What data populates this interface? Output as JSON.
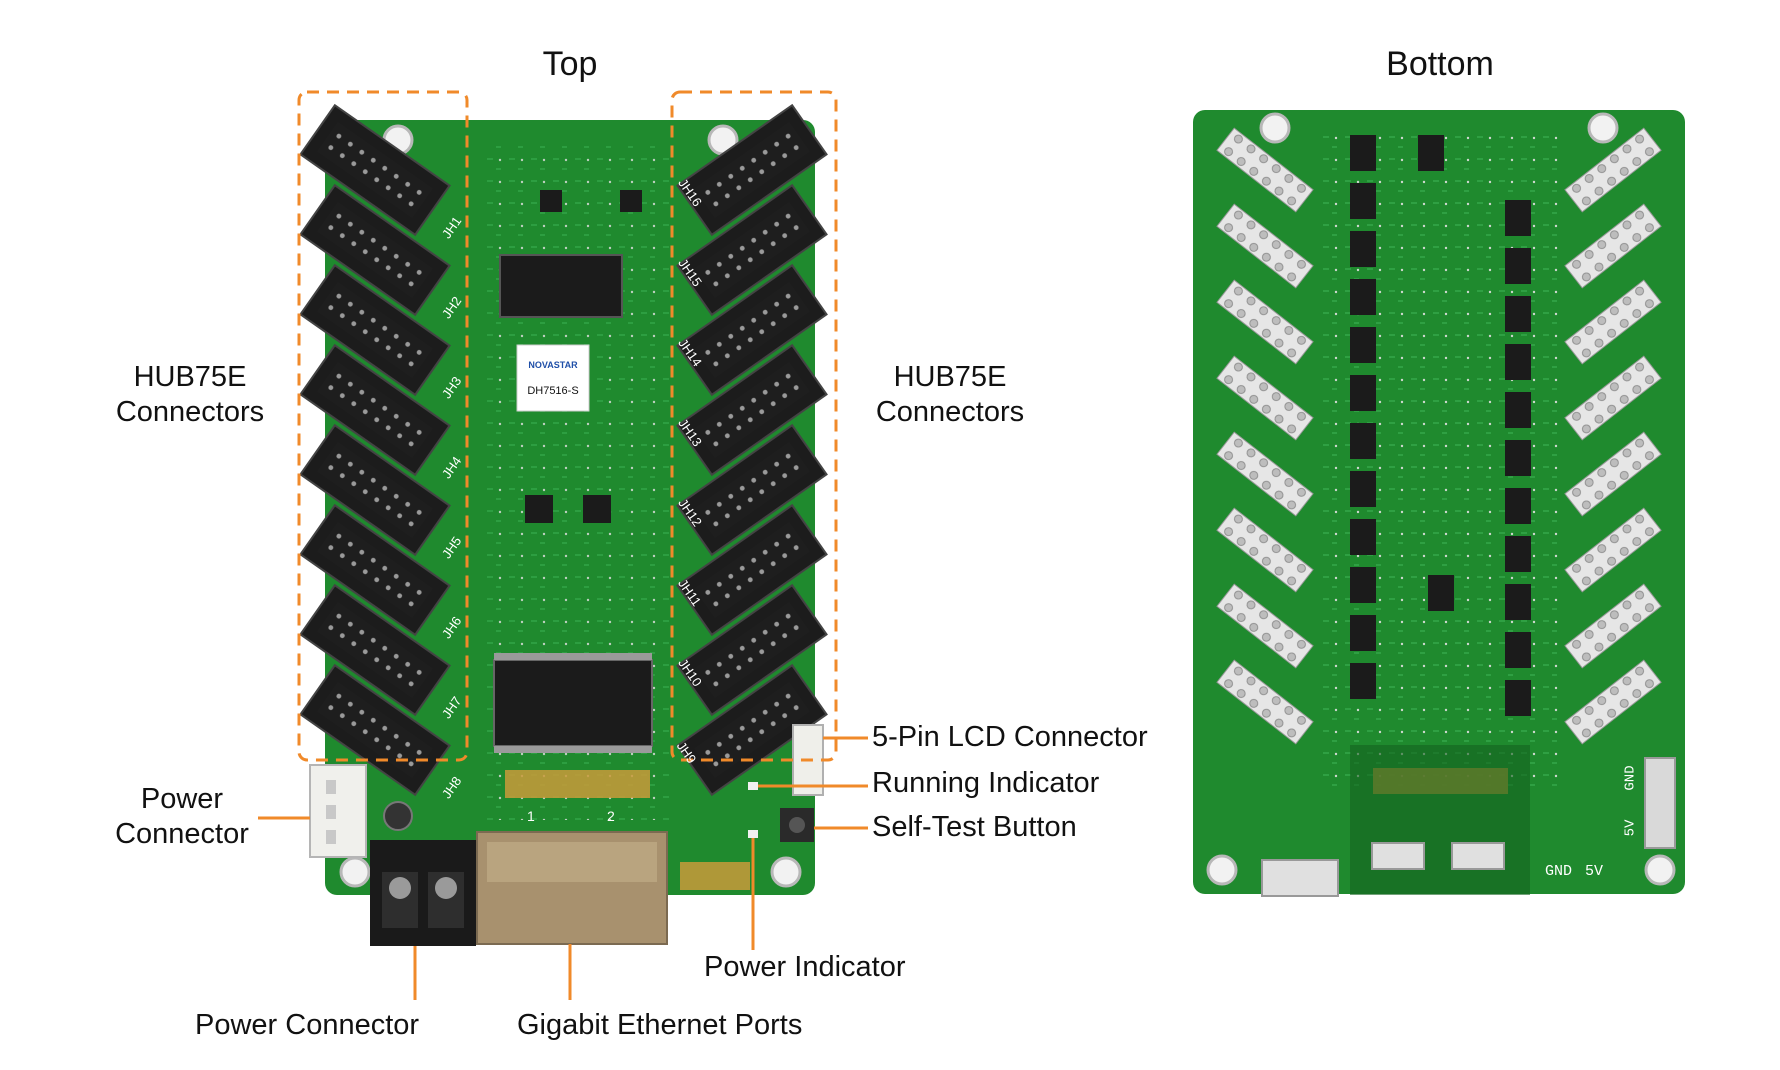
{
  "titles": {
    "top": "Top",
    "bottom": "Bottom"
  },
  "labels": {
    "hub75e_left_line1": "HUB75E",
    "hub75e_left_line2": "Connectors",
    "hub75e_right_line1": "HUB75E",
    "hub75e_right_line2": "Connectors",
    "power_connector_side_line1": "Power",
    "power_connector_side_line2": "Connector",
    "power_connector_bottom": "Power Connector",
    "gigabit_ethernet": "Gigabit Ethernet Ports",
    "power_indicator": "Power Indicator",
    "lcd_connector": "5-Pin LCD Connector",
    "running_indicator": "Running Indicator",
    "self_test_button": "Self-Test Button"
  },
  "board_silkscreen": {
    "chip_brand": "NOVASTAR",
    "chip_model": "DH7516-S",
    "left_connectors": [
      "JH1",
      "JH2",
      "JH3",
      "JH4",
      "JH5",
      "JH6",
      "JH7",
      "JH8"
    ],
    "right_connectors": [
      "JH16",
      "JH15",
      "JH14",
      "JH13",
      "JH12",
      "JH11",
      "JH10",
      "JH9"
    ],
    "ethernet_ports": [
      "1",
      "2"
    ],
    "bottom_power_pins": [
      "GND",
      "5V"
    ],
    "bottom_power_side": [
      "GND",
      "5V"
    ]
  },
  "colors": {
    "pcb_green": "#1f8a2e",
    "pcb_dark": "#14621f",
    "callout_orange": "#f08a2a",
    "connector_black": "#1c1c1c"
  }
}
